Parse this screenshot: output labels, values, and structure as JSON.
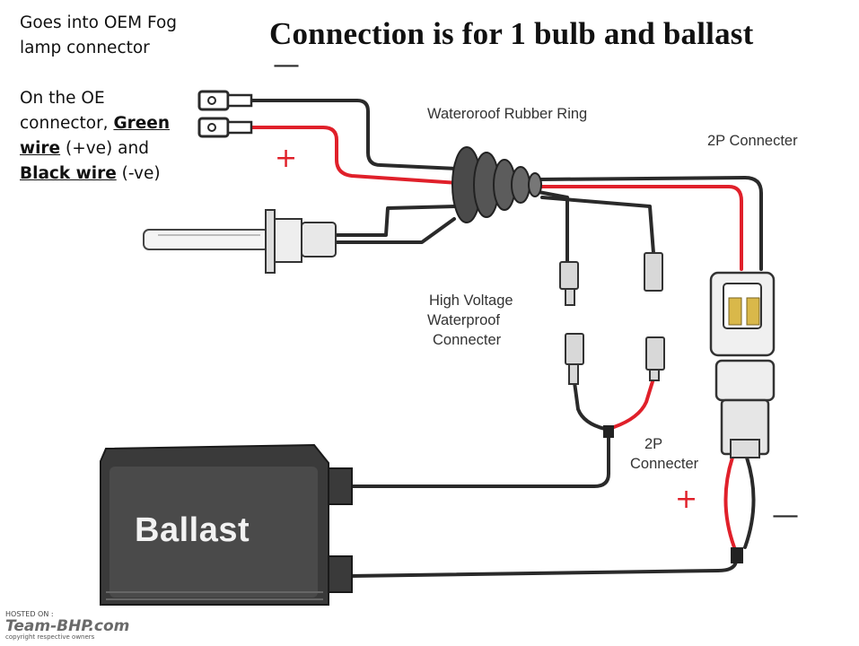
{
  "title": "Connection is for 1 bulb and ballast",
  "note": {
    "line1": "Goes into OEM Fog",
    "line2": "lamp connector",
    "p2_a": "On the OE",
    "p2_b": "connector, ",
    "green_1": "Green",
    "green_2": "wire",
    "p2_c": " (+ve) and",
    "black": "Black wire",
    "p2_d": " (-ve)"
  },
  "labels": {
    "rubber_ring": "Wateroroof Rubber Ring",
    "connector_2p_top": "2P Connecter",
    "hv_1": "High Voltage",
    "hv_2": "Waterproof",
    "hv_3": "Connecter",
    "connector_2p_bottom_1": "2P",
    "connector_2p_bottom_2": "Connecter",
    "ballast": "Ballast"
  },
  "signs": {
    "minus": "—",
    "plus": "+"
  },
  "watermark": {
    "hosted": "HOSTED ON :",
    "site": "Team-BHP.com",
    "copyright": "copyright respective owners"
  },
  "colors": {
    "positive_wire": "#e0202a",
    "negative_wire": "#2a2a2a"
  }
}
